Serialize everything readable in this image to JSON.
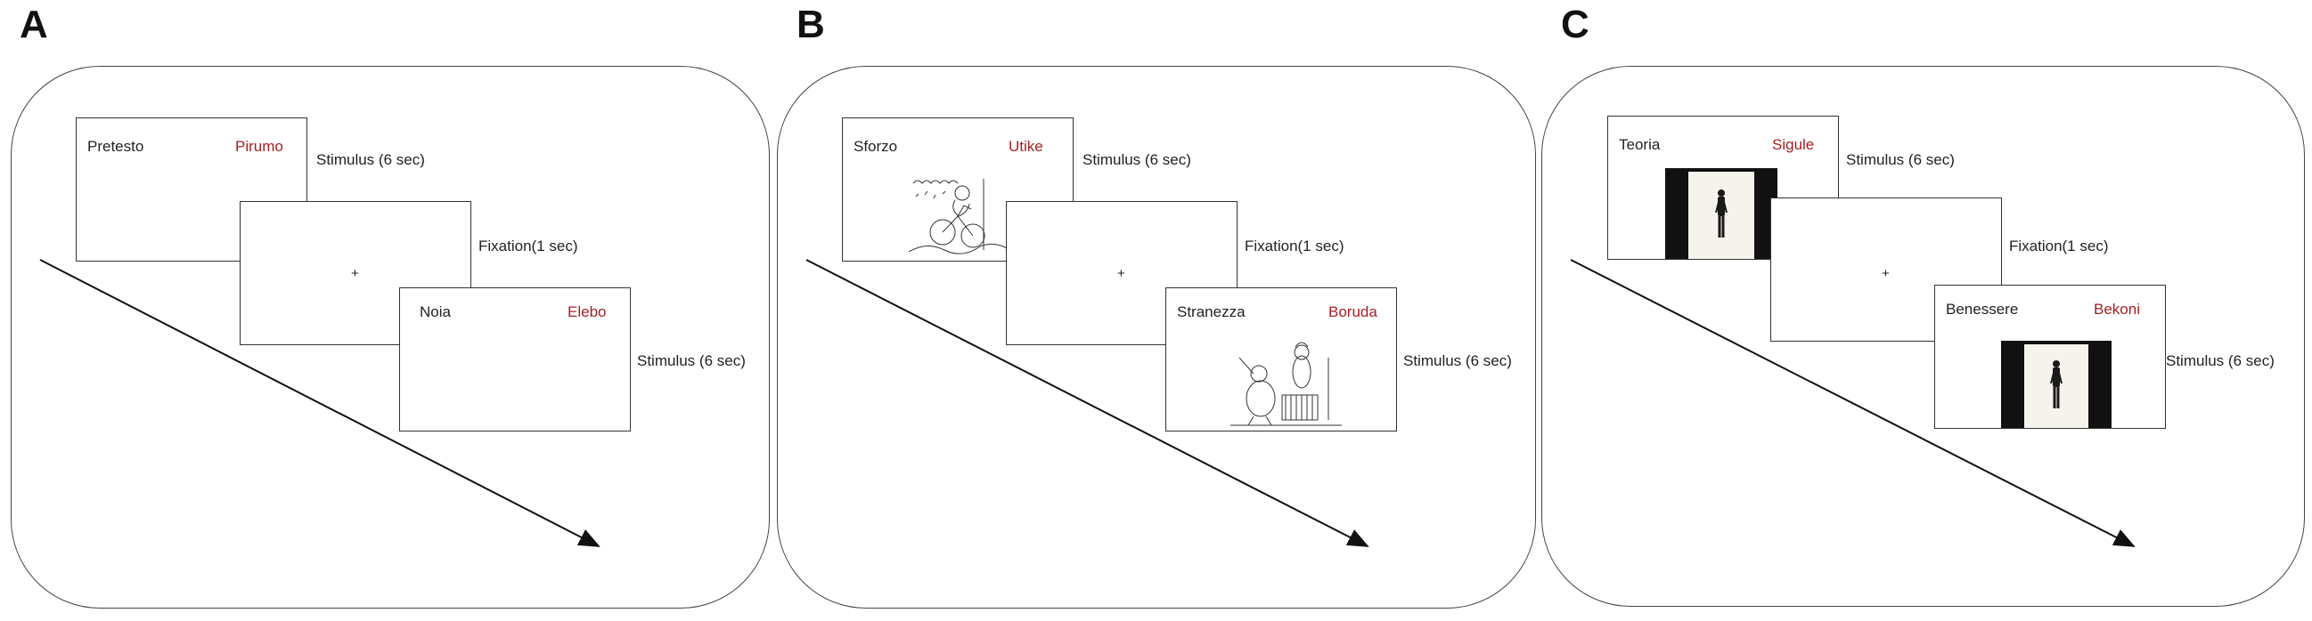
{
  "panels": [
    {
      "letter": "A",
      "stimulus1": {
        "word": "Pretesto",
        "pseudoword": "Pirumo"
      },
      "fixation": {
        "symbol": "+"
      },
      "stimulus2": {
        "word": "Noia",
        "pseudoword": "Elebo"
      },
      "captions": {
        "stimulus1": "Stimulus (6 sec)",
        "fixation": "Fixation(1 sec)",
        "stimulus2": "Stimulus (6 sec)"
      }
    },
    {
      "letter": "B",
      "stimulus1": {
        "word": "Sforzo",
        "pseudoword": "Utike"
      },
      "fixation": {
        "symbol": "+"
      },
      "stimulus2": {
        "word": "Stranezza",
        "pseudoword": "Boruda"
      },
      "captions": {
        "stimulus1": "Stimulus (6 sec)",
        "fixation": "Fixation(1 sec)",
        "stimulus2": "Stimulus (6 sec)"
      }
    },
    {
      "letter": "C",
      "stimulus1": {
        "word": "Teoria",
        "pseudoword": "Sigule"
      },
      "fixation": {
        "symbol": "+"
      },
      "stimulus2": {
        "word": "Benessere",
        "pseudoword": "Bekoni"
      },
      "captions": {
        "stimulus1": "Stimulus (6 sec)",
        "fixation": "Fixation(1 sec)",
        "stimulus2": "Stimulus (6 sec)"
      }
    }
  ],
  "colors": {
    "pseudoword": "#a31f24",
    "frame": "#444444",
    "text": "#222222"
  }
}
